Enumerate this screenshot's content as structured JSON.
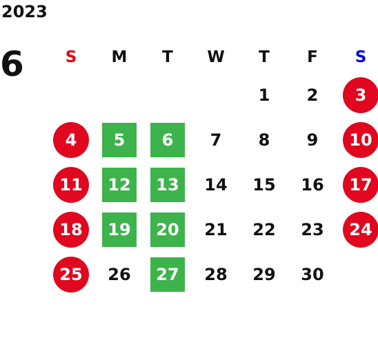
{
  "year": "2023",
  "month": "6",
  "colors": {
    "sunday": "#e60012",
    "saturday": "#0000e6",
    "holiday_circle": "#e0071f",
    "highlight_square": "#3cb44b",
    "text": "#111111"
  },
  "weekdays": [
    {
      "label": "S",
      "color": "#e60012"
    },
    {
      "label": "M",
      "color": "#111111"
    },
    {
      "label": "T",
      "color": "#111111"
    },
    {
      "label": "W",
      "color": "#111111"
    },
    {
      "label": "T",
      "color": "#111111"
    },
    {
      "label": "F",
      "color": "#111111"
    },
    {
      "label": "S",
      "color": "#0000e6"
    }
  ],
  "weeks": [
    [
      {
        "day": "",
        "mark": "none"
      },
      {
        "day": "",
        "mark": "none"
      },
      {
        "day": "",
        "mark": "none"
      },
      {
        "day": "",
        "mark": "none"
      },
      {
        "day": "1",
        "mark": "none"
      },
      {
        "day": "2",
        "mark": "none"
      },
      {
        "day": "3",
        "mark": "red"
      }
    ],
    [
      {
        "day": "4",
        "mark": "red"
      },
      {
        "day": "5",
        "mark": "green"
      },
      {
        "day": "6",
        "mark": "green"
      },
      {
        "day": "7",
        "mark": "none"
      },
      {
        "day": "8",
        "mark": "none"
      },
      {
        "day": "9",
        "mark": "none"
      },
      {
        "day": "10",
        "mark": "red"
      }
    ],
    [
      {
        "day": "11",
        "mark": "red"
      },
      {
        "day": "12",
        "mark": "green"
      },
      {
        "day": "13",
        "mark": "green"
      },
      {
        "day": "14",
        "mark": "none"
      },
      {
        "day": "15",
        "mark": "none"
      },
      {
        "day": "16",
        "mark": "none"
      },
      {
        "day": "17",
        "mark": "red"
      }
    ],
    [
      {
        "day": "18",
        "mark": "red"
      },
      {
        "day": "19",
        "mark": "green"
      },
      {
        "day": "20",
        "mark": "green"
      },
      {
        "day": "21",
        "mark": "none"
      },
      {
        "day": "22",
        "mark": "none"
      },
      {
        "day": "23",
        "mark": "none"
      },
      {
        "day": "24",
        "mark": "red"
      }
    ],
    [
      {
        "day": "25",
        "mark": "red"
      },
      {
        "day": "26",
        "mark": "none"
      },
      {
        "day": "27",
        "mark": "green"
      },
      {
        "day": "28",
        "mark": "none"
      },
      {
        "day": "29",
        "mark": "none"
      },
      {
        "day": "30",
        "mark": "none"
      },
      {
        "day": "",
        "mark": "none"
      }
    ]
  ]
}
